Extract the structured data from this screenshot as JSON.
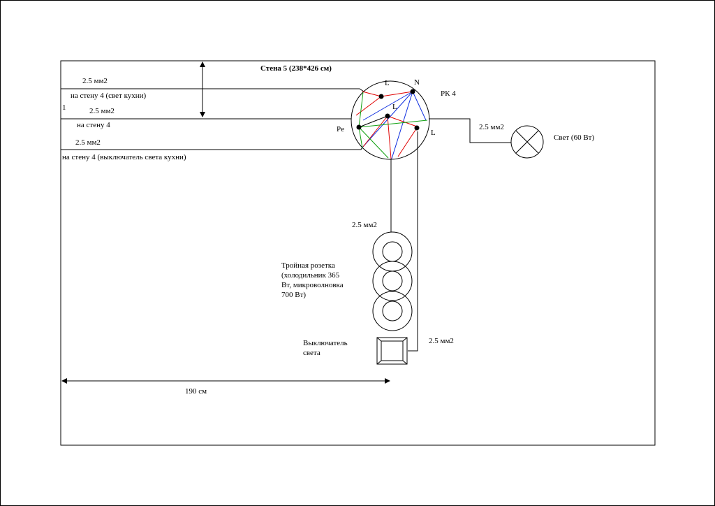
{
  "title": "Стена 5 (238*426 см)",
  "box_label": "РК 4",
  "terminals": {
    "l_top": "L",
    "n": "N",
    "l_mid": "L",
    "pe": "Pe",
    "l_right": "L"
  },
  "side_marker": "1",
  "cables": {
    "c1_section": "2.5 мм2",
    "c1_dest": "на стену 4 (свет кухни)",
    "c2_section": "2.5 мм2",
    "c2_dest": "на стену 4",
    "c3_section": "2.5 мм2",
    "c3_dest": "на стену 4 (выключатель света кухни)",
    "light_section": "2.5 мм2",
    "socket_section": "2.5 мм2",
    "switch_section": "2.5 мм2"
  },
  "light": {
    "label": "Свет (60 Вт)"
  },
  "socket": {
    "line1": "Тройная розетка",
    "line2": "(холодильник 365",
    "line3": "Вт, микроволновка",
    "line4": "700 Вт)"
  },
  "switch": {
    "line1": "Выключатель",
    "line2": "света"
  },
  "dimension": {
    "label": "190 см"
  },
  "wire_colors": {
    "phase": "#e00000",
    "neutral": "#1030e0",
    "earth": "#10a010"
  }
}
